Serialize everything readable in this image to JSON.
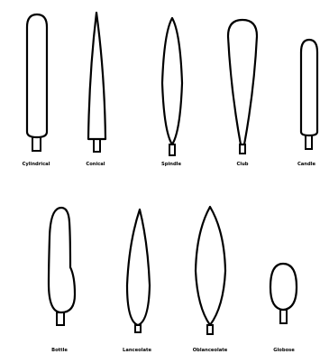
{
  "labels": {
    "cylindrical": "Cylindrical",
    "conical": "Conical",
    "spindle": "Spindle",
    "club": "Club",
    "candle": "Candle",
    "bottle": "Bottle",
    "lanceolate": "Lanceolate",
    "oblanceolate": "Oblanceolate",
    "globose": "Globose"
  }
}
